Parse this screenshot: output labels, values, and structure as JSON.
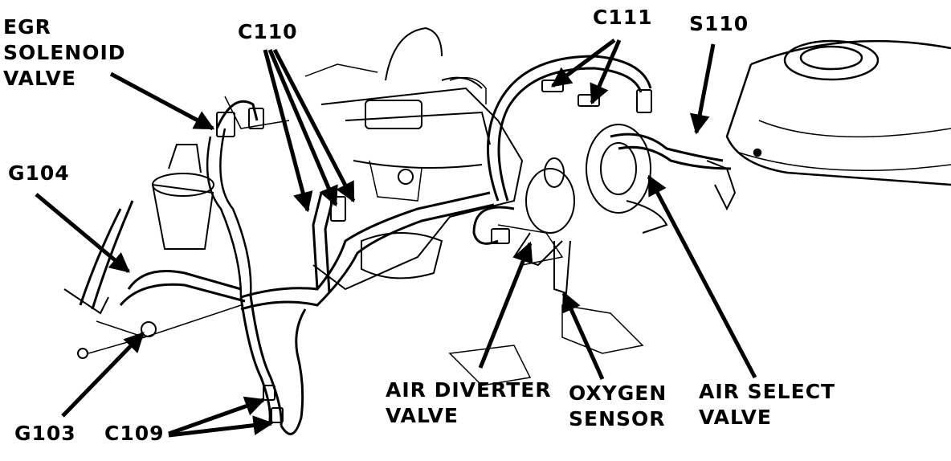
{
  "labels": {
    "egr": [
      "EGR",
      "SOLENOID",
      "VALVE"
    ],
    "c110": "C110",
    "c111": "C111",
    "s110": "S110",
    "g104": "G104",
    "g103": "G103",
    "c109": "C109",
    "air_diverter": [
      "AIR DIVERTER",
      "VALVE"
    ],
    "oxygen": [
      "OXYGEN",
      "SENSOR"
    ],
    "air_select": [
      "AIR SELECT",
      "VALVE"
    ]
  },
  "colors": {
    "ink": "#000000",
    "background": "#ffffff"
  }
}
